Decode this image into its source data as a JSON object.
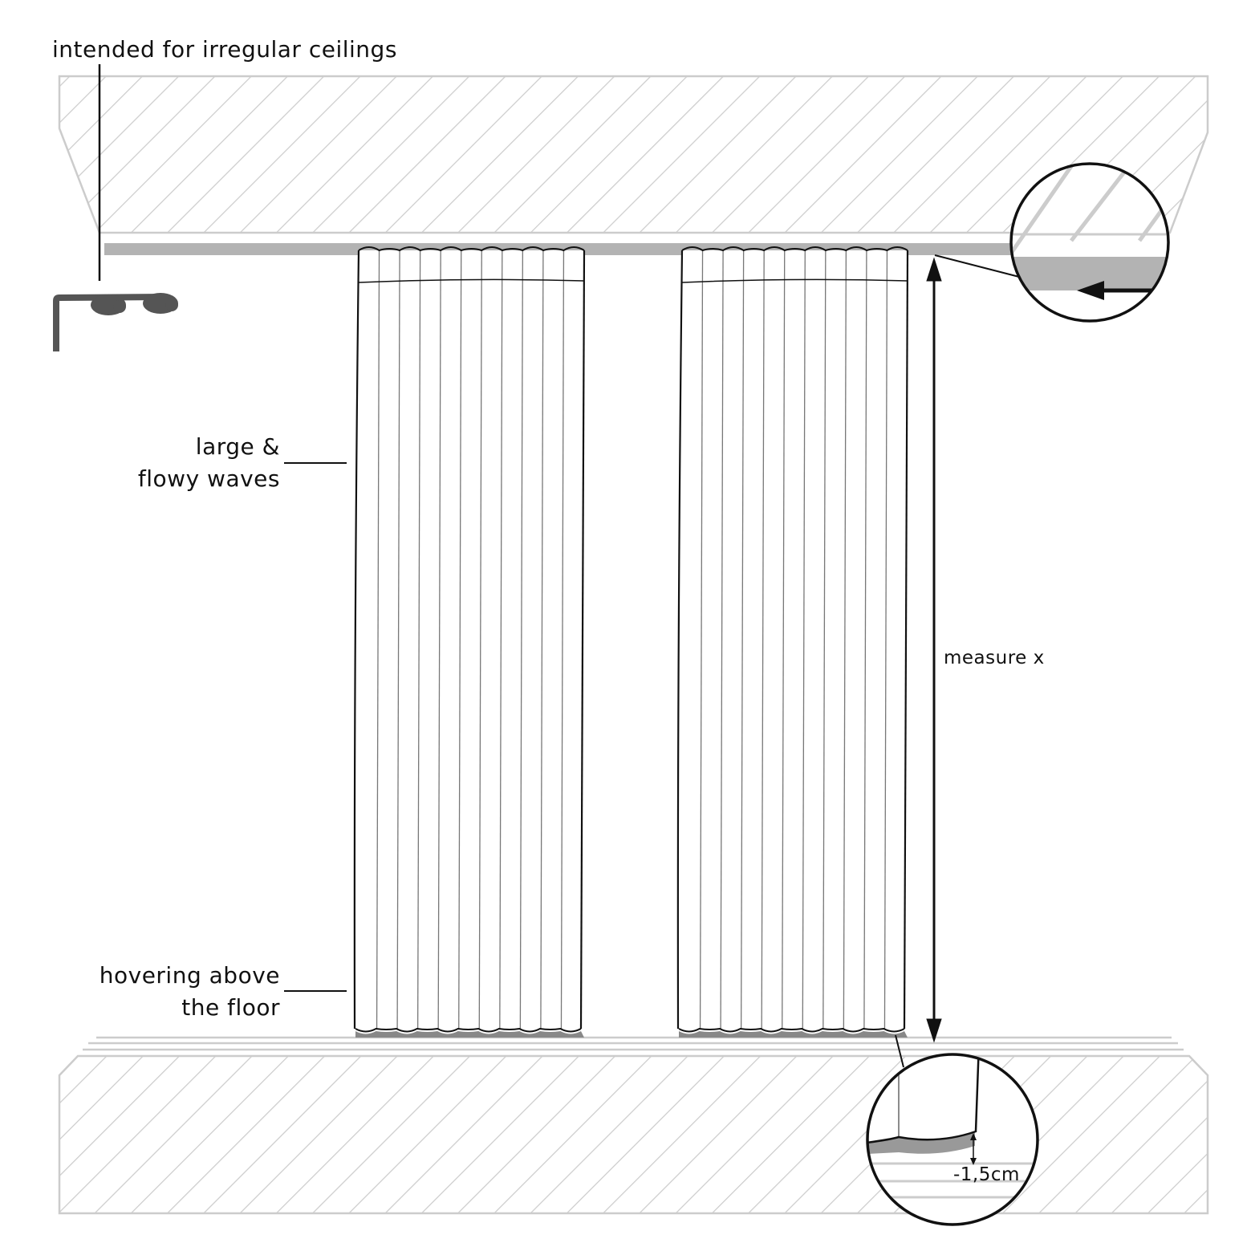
{
  "labels": {
    "ceiling": "intended for irregular ceilings",
    "waves_line1": "large &",
    "waves_line2": "flowy waves",
    "hover_line1": "hovering above",
    "hover_line2": "the floor",
    "measure": "measure x",
    "gap": "-1,5cm"
  },
  "colors": {
    "hatch": "#cccccc",
    "rail": "#b3b3b3",
    "bracket": "#555555",
    "line": "#111111"
  }
}
